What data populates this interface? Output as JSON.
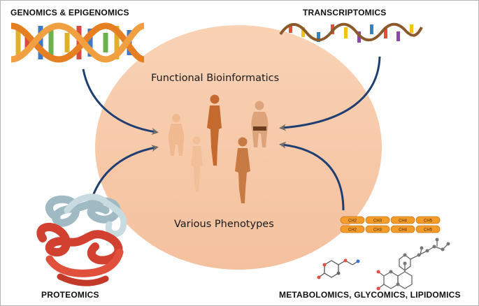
{
  "center": {
    "title": "Functional Bioinformatics",
    "subtitle": "Various Phenotypes",
    "ellipse_color": "#f7c9a8"
  },
  "omics": {
    "genomics": "GENOMICS & EPIGENOMICS",
    "transcriptomics": "TRANSCRIPTOMICS",
    "proteomics": "PROTEOMICS",
    "metabolomics": "METABOLOMICS, GLYCOMICS, LIPIDOMICS"
  },
  "lipid_chain": {
    "row1": [
      "CH2",
      "CH3",
      "CH4",
      "CH5"
    ],
    "row2": [
      "CH2",
      "CH3",
      "CH4",
      "CH5"
    ]
  },
  "icons": {
    "dna": "dna-double-helix-icon",
    "rna": "rna-strand-icon",
    "protein": "protein-structure-icon",
    "molecule": "molecule-icon",
    "human": "human-figure-icon"
  }
}
